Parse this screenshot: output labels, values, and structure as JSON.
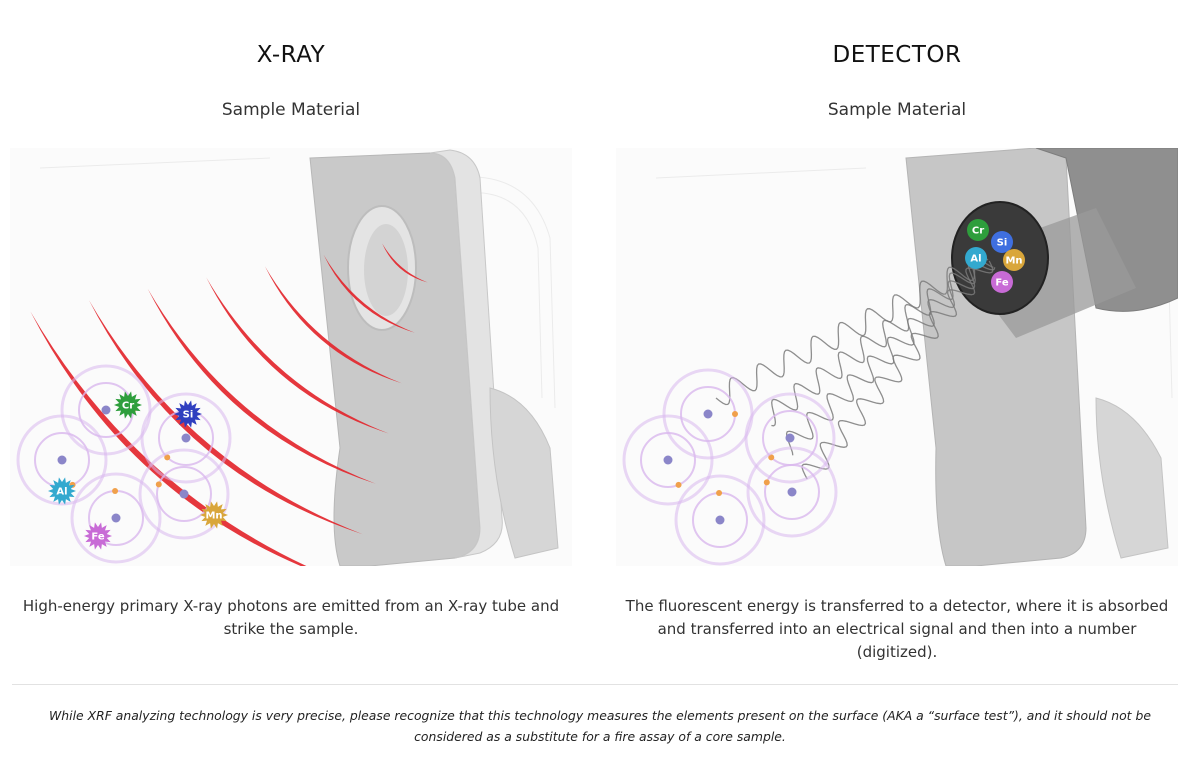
{
  "panels": [
    {
      "heading": "X-RAY",
      "subheading": "Sample Material",
      "caption": "High-energy primary X-ray photons are emitted from an X-ray tube and strike the sample.",
      "elements": [
        {
          "symbol": "Cr",
          "color": "#2e9e3c"
        },
        {
          "symbol": "Si",
          "color": "#2f3fbf"
        },
        {
          "symbol": "Al",
          "color": "#33a9cf"
        },
        {
          "symbol": "Mn",
          "color": "#d9a63a"
        },
        {
          "symbol": "Fe",
          "color": "#c86bd6"
        }
      ]
    },
    {
      "heading": "DETECTOR",
      "subheading": "Sample Material",
      "caption": "The fluorescent energy is transferred to a detector, where it is absorbed and transferred into an electrical signal and then into a number (digitized).",
      "elements": [
        {
          "symbol": "Cr",
          "color": "#2e9e3c"
        },
        {
          "symbol": "Si",
          "color": "#3f6fe0"
        },
        {
          "symbol": "Al",
          "color": "#33a9cf"
        },
        {
          "symbol": "Mn",
          "color": "#d9a63a"
        },
        {
          "symbol": "Fe",
          "color": "#c86bd6"
        }
      ]
    }
  ],
  "disclaimer": "While XRF analyzing technology is very precise, please recognize that this technology measures the elements present on the surface (AKA a “surface test”), and it should not be considered as a substitute for a fire assay of a core sample.",
  "colors": {
    "xray_wave": "#e3262d",
    "atom_ring": "#d9b8ee",
    "device_body": "#cfcfcf",
    "fluorescence_wave": "#7a7a7a"
  }
}
